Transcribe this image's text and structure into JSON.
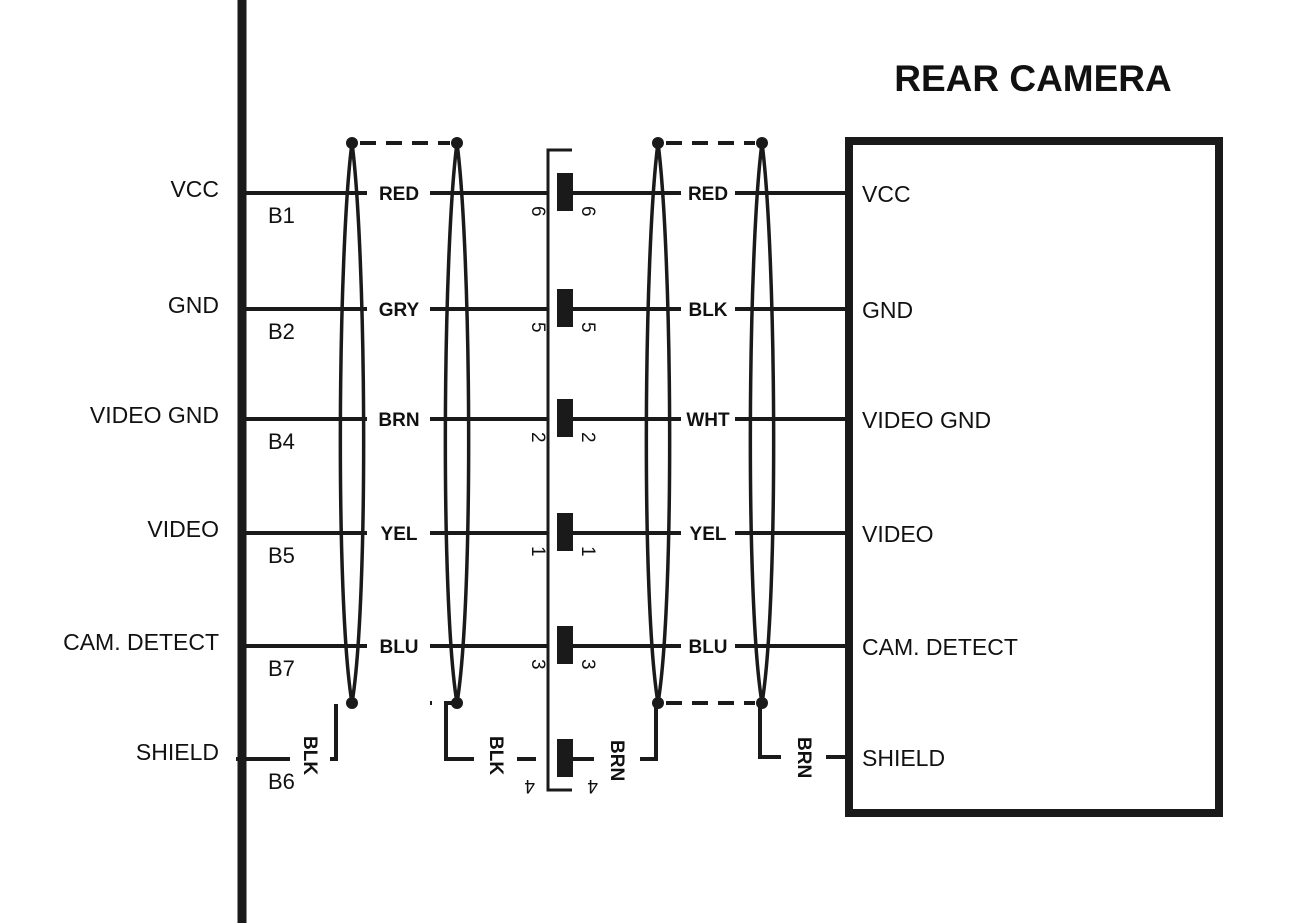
{
  "title": "REAR CAMERA",
  "harness_signals": [
    {
      "signal": "VCC",
      "pin": "B1",
      "harness_wire": "RED",
      "connector_pin": "6",
      "camera_wire": "RED",
      "camera_signal": "VCC"
    },
    {
      "signal": "GND",
      "pin": "B2",
      "harness_wire": "GRY",
      "connector_pin": "5",
      "camera_wire": "BLK",
      "camera_signal": "GND"
    },
    {
      "signal": "VIDEO GND",
      "pin": "B4",
      "harness_wire": "BRN",
      "connector_pin": "2",
      "camera_wire": "WHT",
      "camera_signal": "VIDEO GND"
    },
    {
      "signal": "VIDEO",
      "pin": "B5",
      "harness_wire": "YEL",
      "connector_pin": "1",
      "camera_wire": "YEL",
      "camera_signal": "VIDEO"
    },
    {
      "signal": "CAM. DETECT",
      "pin": "B7",
      "harness_wire": "BLU",
      "connector_pin": "3",
      "camera_wire": "BLU",
      "camera_signal": "CAM. DETECT"
    }
  ],
  "shield": {
    "signal": "SHIELD",
    "pin": "B6",
    "harness_drain_wire_1": "BLK",
    "harness_drain_wire_2": "BLK",
    "connector_pin": "4",
    "camera_drain_wire_1": "BRN",
    "camera_drain_wire_2": "BRN",
    "camera_signal": "SHIELD"
  }
}
